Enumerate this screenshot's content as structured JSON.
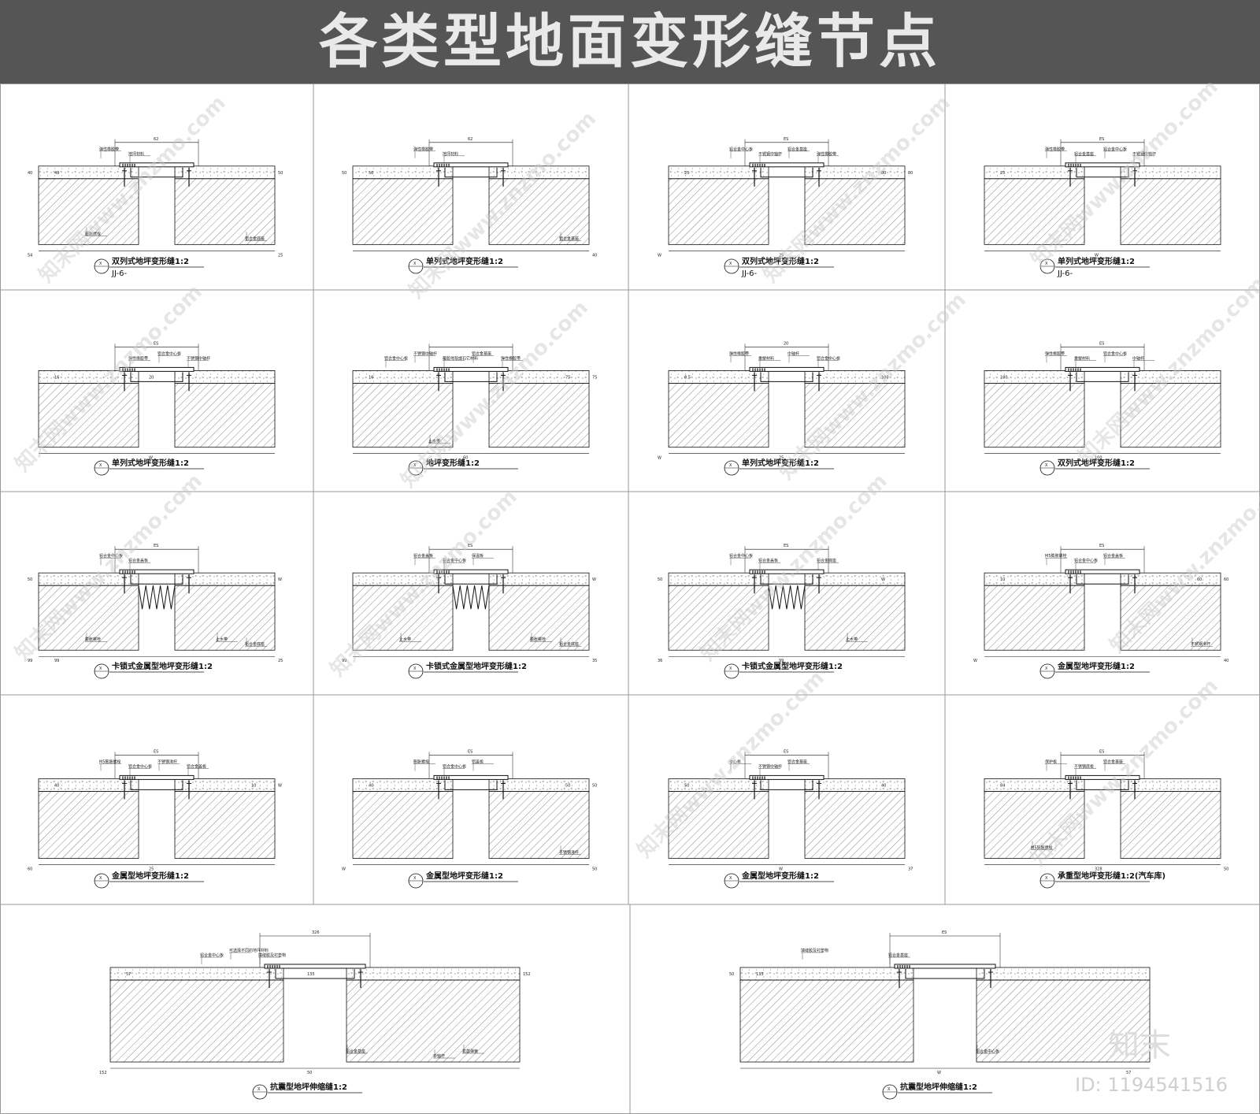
{
  "title": "各类型地面变形缝节点",
  "details": [
    {
      "caption": "双列式地坪变形缝1:2",
      "sub": "JJ-6-",
      "mark": "X",
      "labels": [
        "62",
        "弹性橡胶带",
        "地坪材料",
        "40",
        "25",
        "40",
        "铝合金底座",
        "膨胀螺栓",
        "54",
        "50"
      ]
    },
    {
      "caption": "单列式地坪变形缝1:2",
      "sub": "",
      "mark": "X",
      "labels": [
        "62",
        "弹性橡胶带",
        "地坪材料",
        "50",
        "40",
        "56",
        "铝合金基座"
      ]
    },
    {
      "caption": "双列式地坪变形缝1:2",
      "sub": "JJ-6-",
      "mark": "X",
      "labels": [
        "ES",
        "铝合金中心板",
        "不锈钢中轴杆",
        "铝合金基座",
        "弹性橡胶带",
        "25",
        "25",
        "80",
        "W",
        "80"
      ]
    },
    {
      "caption": "单列式地坪变形缝1:2",
      "sub": "JJ-6-",
      "mark": "X",
      "labels": [
        "ES",
        "弹性橡胶带",
        "铝合金基座",
        "铝合金中心板",
        "不锈钢中轴杆",
        "25",
        "W"
      ]
    },
    {
      "caption": "单列式地坪变形缝1:2",
      "sub": "",
      "mark": "X",
      "labels": [
        "ES",
        "20",
        "弹性橡胶带",
        "铝合金中心板",
        "不锈钢中轴杆",
        "16",
        "W"
      ]
    },
    {
      "caption": "地坪变形缝1:2",
      "sub": "",
      "mark": "X",
      "labels": [
        "铝合金中心板",
        "不锈钢中轴杆",
        "覆胶地毯或石它材料",
        "铝合金基座",
        "弹性橡胶带",
        "16",
        "60",
        "75",
        "止水带",
        "75"
      ]
    },
    {
      "caption": "单列式地坪变形缝1:2",
      "sub": "",
      "mark": "X",
      "labels": [
        "20",
        "弹性橡胶带",
        "重塑材料",
        "中轴杆",
        "铝合金中心板",
        "8.5",
        "25",
        "100",
        "W"
      ]
    },
    {
      "caption": "双列式地坪变形缝1:2",
      "sub": "",
      "mark": "X",
      "labels": [
        "ES",
        "弹性橡胶带",
        "重塑材料",
        "铝合金中心板",
        "中轴杆",
        "100",
        "100"
      ]
    },
    {
      "caption": "卡锁式金属型地坪变形缝1:2",
      "sub": "",
      "mark": "X",
      "labels": [
        "ES",
        "铝合金中心板",
        "铝合金盖板",
        "50",
        "25",
        "止水带",
        "铝合金底座",
        "膨胀螺栓",
        "99",
        "W",
        "99"
      ]
    },
    {
      "caption": "卡锁式金属型地坪变形缝1:2",
      "sub": "",
      "mark": "X",
      "labels": [
        "ES",
        "铝合金盖板",
        "铝合金中心板",
        "保温板",
        "35",
        "膨胀螺栓",
        "铝合金底座",
        "止水带",
        "99",
        "W"
      ]
    },
    {
      "caption": "卡锁式金属型地坪变形缝1:2",
      "sub": "",
      "mark": "X",
      "labels": [
        "ES",
        "铝合金中心板",
        "铝合金盖板",
        "50",
        "铝合金底座",
        "止水带",
        "99",
        "W",
        "36"
      ]
    },
    {
      "caption": "金属型地坪变形缝1:2",
      "sub": "",
      "mark": "X",
      "labels": [
        "ES",
        "M5膨胀螺栓",
        "铝合金中心板",
        "铝合金盖板",
        "40",
        "10",
        "不锈钢滑杆",
        "60",
        "W",
        "60"
      ]
    },
    {
      "caption": "金属型地坪变形缝1:2",
      "sub": "",
      "mark": "X",
      "labels": [
        "ES",
        "M5膨胀螺栓",
        "铝合金中心板",
        "不锈钢滑杆",
        "铝合金盖板",
        "40",
        "25",
        "10",
        "60",
        "W"
      ]
    },
    {
      "caption": "金属型地坪变形缝1:2",
      "sub": "",
      "mark": "X",
      "labels": [
        "ES",
        "膨胀螺栓",
        "铝合金中心板",
        "铝盖板",
        "50",
        "40",
        "不锈钢滑杆",
        "50",
        "W",
        "50"
      ]
    },
    {
      "caption": "金属型地坪变形缝1:2",
      "sub": "",
      "mark": "X",
      "labels": [
        "ES",
        "中心板",
        "不锈钢中轴杆",
        "铝合金基座",
        "37",
        "50",
        "W",
        "40"
      ]
    },
    {
      "caption": "承重型地坪变形缝1:2(汽车库)",
      "sub": "",
      "mark": "X",
      "labels": [
        "ES",
        "保护板",
        "不锈钢底板",
        "铝合金基座",
        "50",
        "84",
        "328",
        "M5膨胀螺栓"
      ]
    },
    {
      "caption": "抗震型地坪伸缩缝1:2",
      "sub": "",
      "mark": "X",
      "labels": [
        "326",
        "135",
        "铝合金中心板",
        "可选择不同的地坪材料",
        "填缝胶及衬垫物",
        "57",
        "50",
        "铝合金基座",
        "152",
        "152",
        "中轴杆",
        "抗震弹簧"
      ]
    },
    {
      "caption": "抗震型地坪伸缩缝1:2",
      "sub": "",
      "mark": "X",
      "labels": [
        "ES",
        "填缝胶及衬垫物",
        "57",
        "50",
        "铝合金基座",
        "135",
        "W",
        "铝合金中心板"
      ]
    }
  ],
  "watermark": {
    "text": "知末网www.znzmo.com"
  },
  "brand": {
    "logo_text": "知末",
    "id_text": "ID: 1194541516"
  },
  "colors": {
    "title_bg": "#555555",
    "title_fg": "#e9e9e9",
    "line": "#111111",
    "grid": "#999999"
  }
}
